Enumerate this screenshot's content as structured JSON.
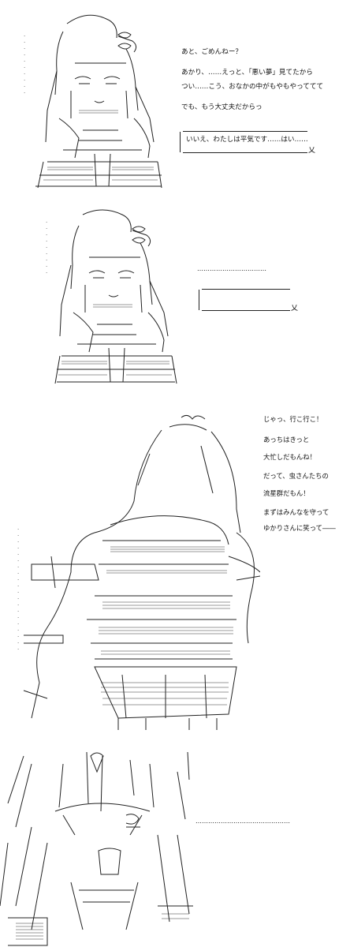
{
  "panels": [
    {
      "dialogue": [
        "あと、ごめんねー？",
        "あかり、……えっと、「悪い夢」見てたから",
        "つい……こう、おなかの中がもやもやっててて",
        "でも、もう大丈夫だからっ"
      ],
      "speech_box": "いいえ、わたしは平気です……はい……"
    },
    {
      "dots": "……………………………",
      "speech_box": ""
    },
    {
      "dialogue": [
        "じゃっ、行こ行こ！",
        "あっちはきっと",
        "大忙しだもんね！",
        "だって、虫さんたちの",
        "流星群だもん！",
        "まずはみんなを守って",
        "ゆかりさんに笑って――"
      ]
    },
    {
      "dots": "………………………………………"
    }
  ],
  "colors": {
    "ink": "#111111",
    "background": "#ffffff"
  }
}
